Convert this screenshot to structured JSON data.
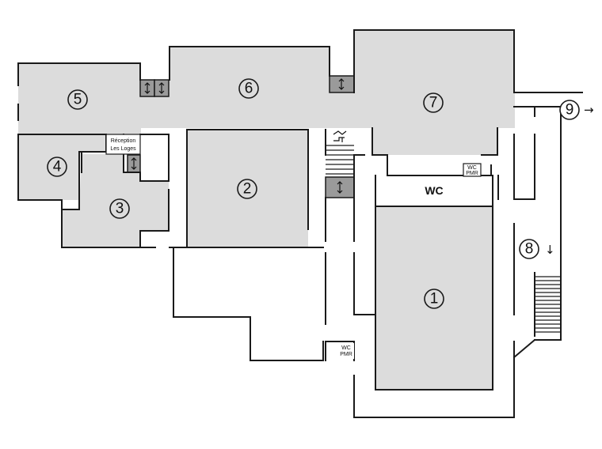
{
  "plan": {
    "rooms": [
      {
        "number": "1"
      },
      {
        "number": "2"
      },
      {
        "number": "3"
      },
      {
        "number": "4"
      },
      {
        "number": "5"
      },
      {
        "number": "6"
      },
      {
        "number": "7"
      },
      {
        "number": "8",
        "arrow": "↓"
      },
      {
        "number": "9",
        "arrow": "→"
      }
    ],
    "labels": {
      "wc_large": "WC",
      "wc_pmr_top": [
        "WC",
        "PMR"
      ],
      "wc_pmr_bottom": [
        "WC",
        "PMR"
      ],
      "reception": [
        "Réception",
        "Les Loges"
      ]
    },
    "icons": {
      "elevator": "elevator-icon",
      "accessibility": "wheelchair-stairs-icon",
      "stairs": "stairs-icon"
    },
    "colors": {
      "room_fill": "#dcdcdc",
      "elevator_fill": "#9a9a9a",
      "walls": "#1a1a1a",
      "background": "#ffffff"
    }
  }
}
